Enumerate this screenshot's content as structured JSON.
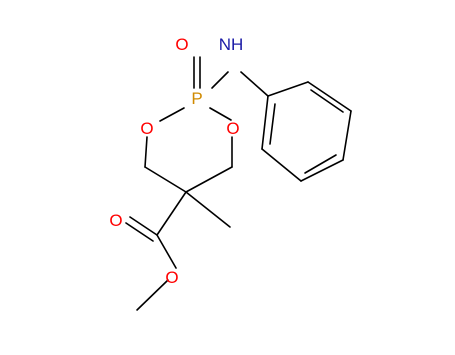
{
  "molecule": {
    "atom_labels": {
      "phosphorus": "P",
      "phosphoryl_oxygen": "O",
      "ring_oxygen_left": "O",
      "ring_oxygen_right": "O",
      "amine": "NH",
      "carbonyl_oxygen": "O",
      "ester_oxygen": "O"
    },
    "colors": {
      "bond": "#000000",
      "phosphorus": "#d08a00",
      "oxygen": "#ff0000",
      "nitrogen": "#1a1aa6"
    }
  }
}
